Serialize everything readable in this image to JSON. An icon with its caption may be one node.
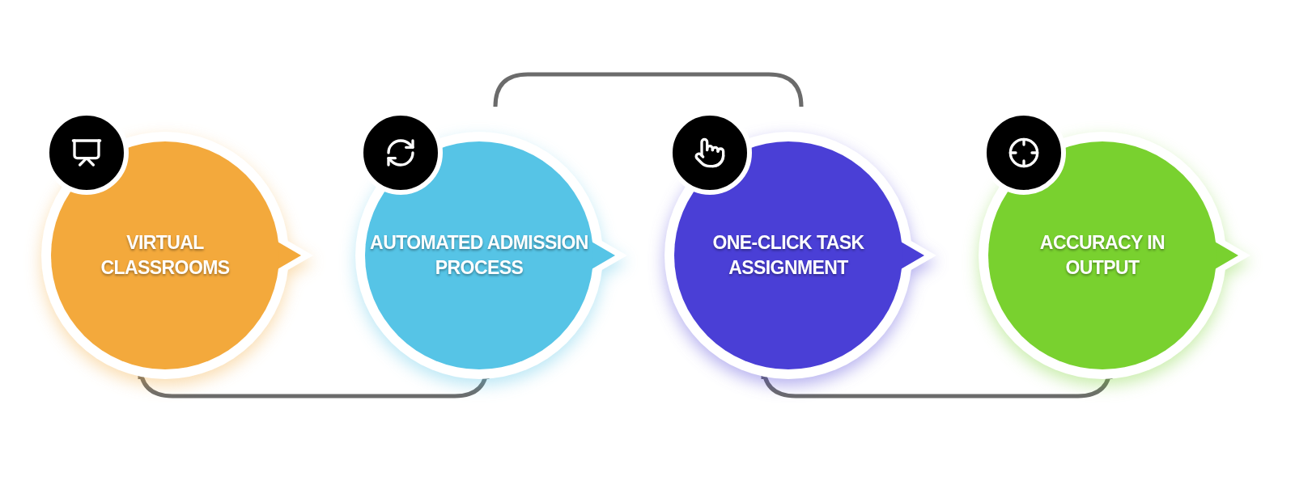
{
  "diagram": {
    "nodes": [
      {
        "text": [
          "VIRTUAL CLASSROOMS"
        ]
      },
      {
        "text": [
          "AUTOMATED ADMISSION PROCESS"
        ]
      },
      {
        "text": [
          "ONE-CLICK TASK ASSIGNMENT"
        ]
      },
      {
        "text": [
          "ACCURACY IN OUTPUT"
        ]
      }
    ],
    "edges": [
      {
        "from": 0,
        "to": 1,
        "arrow": "none"
      },
      {
        "from": 1,
        "to": 2,
        "arrow": "none"
      },
      {
        "from": 2,
        "to": 3,
        "arrow": "none"
      }
    ]
  }
}
